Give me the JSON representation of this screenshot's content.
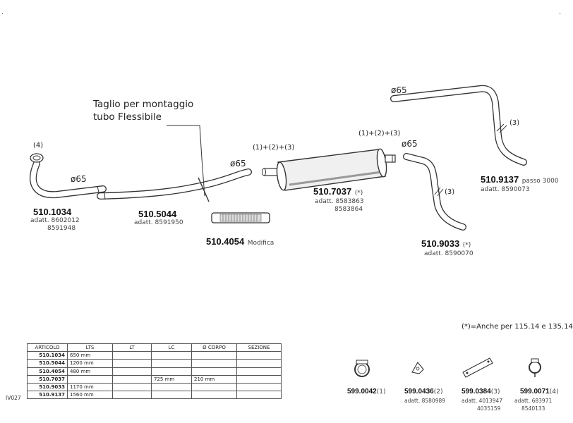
{
  "annotations": {
    "cut_note_line1": "Taglio per montaggio",
    "cut_note_line2": "tubo Flessibile",
    "star_note": "(*)=Anche per 115.14 e 135.14",
    "dia_1034": "ø65",
    "dia_5044": "ø65",
    "dia_9033": "ø65",
    "dia_9137": "ø65",
    "ref_1034": "(4)",
    "ref_7037_left": "(1)+(2)+(3)",
    "ref_7037_right": "(1)+(2)+(3)",
    "ref_9033": "(3)",
    "ref_9137": "(3)"
  },
  "parts": [
    {
      "code": "510.1034",
      "notes": [
        "adatt. 8602012",
        "8591948"
      ]
    },
    {
      "code": "510.5044",
      "notes": [
        "adatt. 8591950"
      ]
    },
    {
      "code": "510.4054",
      "suffix": "Modifica"
    },
    {
      "code": "510.7037",
      "suffix": "(*)",
      "notes": [
        "adatt. 8583863",
        "8583864"
      ]
    },
    {
      "code": "510.9033",
      "suffix": "(*)",
      "notes": [
        "adatt. 8590070"
      ]
    },
    {
      "code": "510.9137",
      "suffix": "passo  3000",
      "notes": [
        "adatt. 8590073"
      ]
    }
  ],
  "accessories": [
    {
      "code": "599.0042",
      "qty": "(1)",
      "notes": []
    },
    {
      "code": "599.0436",
      "qty": "(2)",
      "notes": [
        "adatt. 8580989"
      ]
    },
    {
      "code": "599.0384",
      "qty": "(3)",
      "notes": [
        "adatt. 4013947",
        "4035159"
      ]
    },
    {
      "code": "599.0071",
      "qty": "(4)",
      "notes": [
        "adatt. 683971",
        "8540133"
      ]
    }
  ],
  "table": {
    "side_label": "IV027",
    "headers": [
      "ARTICOLO",
      "LTS",
      "LT",
      "LC",
      "Ø CORPO",
      "SEZIONE"
    ],
    "rows": [
      [
        "510.1034",
        "650  mm",
        "",
        "",
        "",
        ""
      ],
      [
        "510.5044",
        "1200  mm",
        "",
        "",
        "",
        ""
      ],
      [
        "510.4054",
        "480  mm",
        "",
        "",
        "",
        ""
      ],
      [
        "510.7037",
        "",
        "",
        "725  mm",
        "210  mm",
        ""
      ],
      [
        "510.9033",
        "1170  mm",
        "",
        "",
        "",
        ""
      ],
      [
        "510.9137",
        "1560  mm",
        "",
        "",
        "",
        ""
      ]
    ]
  }
}
